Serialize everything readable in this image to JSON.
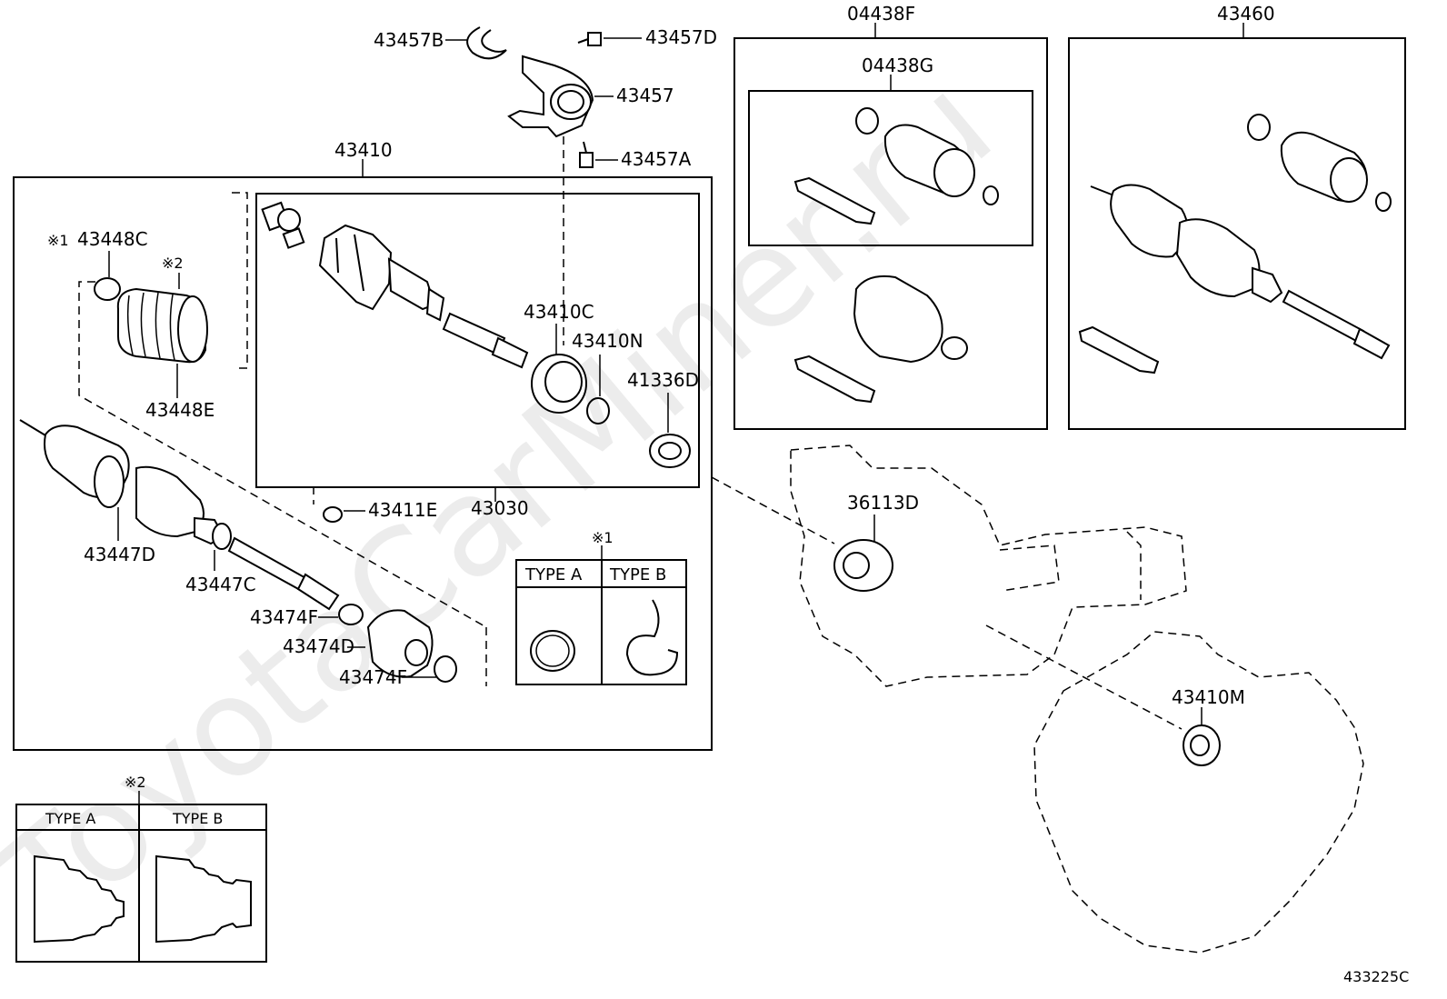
{
  "watermark": "ToyotaCarMiner.ru",
  "labels": {
    "l43457B": "43457B",
    "l43457D": "43457D",
    "l43457": "43457",
    "l43457A": "43457A",
    "l43410": "43410",
    "l43448C": "43448C",
    "mark1": "※1",
    "mark2": "※2",
    "l43448E": "43448E",
    "l43410C": "43410C",
    "l43410N": "43410N",
    "l41336D": "41336D",
    "l43411E": "43411E",
    "l43030": "43030",
    "l43447D": "43447D",
    "l43447C": "43447C",
    "l43474F_a": "43474F",
    "l43474D": "43474D",
    "l43474F_b": "43474F",
    "l04438F": "04438F",
    "l04438G": "04438G",
    "l43460": "43460",
    "l36113D": "36113D",
    "l43410M": "43410M",
    "diagramCode": "433225C"
  },
  "table1": {
    "note": "※1",
    "typeA": "TYPE A",
    "typeB": "TYPE B"
  },
  "table2": {
    "note": "※2",
    "typeA": "TYPE A",
    "typeB": "TYPE B"
  }
}
